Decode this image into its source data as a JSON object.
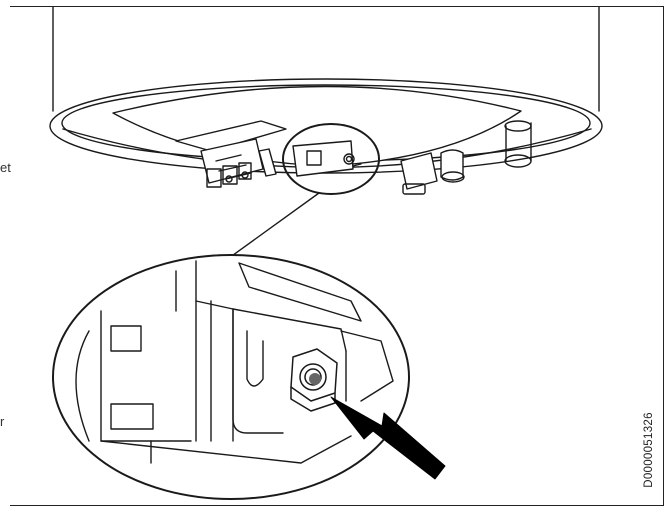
{
  "figure": {
    "document_id": "D0000051326",
    "margin_fragments": [
      "et",
      "r"
    ],
    "colors": {
      "line": "#1a1a1a",
      "background": "#ffffff",
      "arrow": "#000000"
    }
  }
}
